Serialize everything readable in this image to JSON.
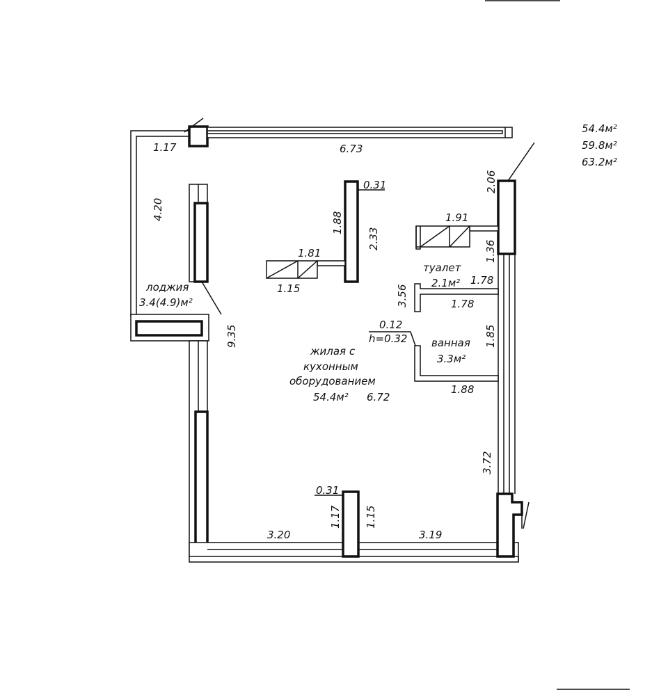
{
  "areas_summary": [
    "54.4м²",
    "59.8м²",
    "63.2м²"
  ],
  "rooms": {
    "loggia": {
      "name": "лоджия",
      "area": "3.4(4.9)м²"
    },
    "living": {
      "name_line1": "жилая с",
      "name_line2": "кухонным",
      "name_line3": "оборудованием",
      "area": "54.4м²"
    },
    "toilet": {
      "name": "туалет",
      "area": "2.1м²"
    },
    "bathroom": {
      "name": "ванная",
      "area": "3.3м²"
    }
  },
  "dimensions": {
    "top_left": "1.17",
    "top": "6.73",
    "left_loggia": "4.20",
    "diag_935": "9.35",
    "wall_thick_top": "0.31",
    "partition_188": "1.88",
    "partition_233": "2.33",
    "box_181": "1.81",
    "box_115": "1.15",
    "box_191": "1.91",
    "right_206": "2.06",
    "right_136": "1.36",
    "toilet_178a": "1.78",
    "toilet_178b": "1.78",
    "toilet_356": "3.56",
    "step_012": "0.12",
    "step_h": "h=0.32",
    "bath_185": "1.85",
    "bath_188": "1.88",
    "living_672": "6.72",
    "right_372": "3.72",
    "wall_thick_bottom": "0.31",
    "bottom_117": "1.17",
    "bottom_115": "1.15",
    "bottom_320": "3.20",
    "bottom_319": "3.19"
  }
}
